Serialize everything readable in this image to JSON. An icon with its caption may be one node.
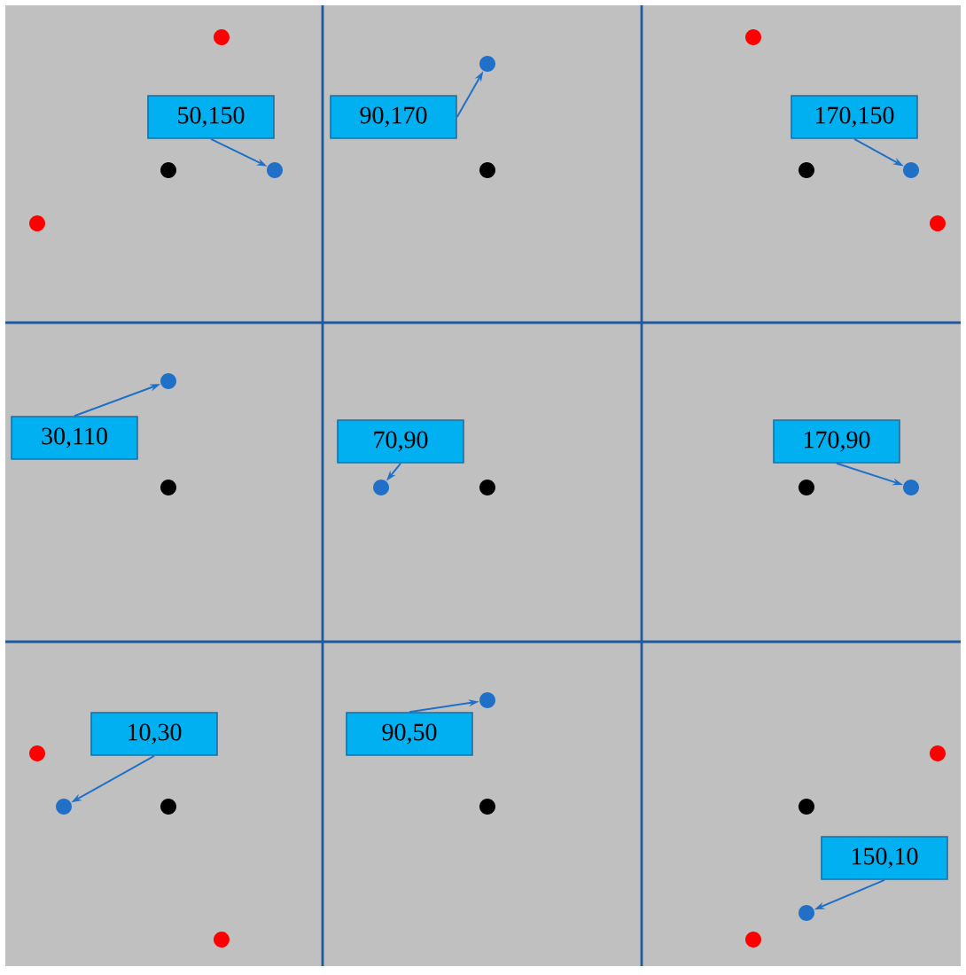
{
  "diagram": {
    "nodes": [
      {
        "text": [
          "50,150"
        ]
      },
      {
        "text": [
          "90,170"
        ]
      },
      {
        "text": [
          "170,150"
        ]
      },
      {
        "text": [
          "30,110"
        ]
      },
      {
        "text": [
          "70,90"
        ]
      },
      {
        "text": [
          "170,90"
        ]
      },
      {
        "text": [
          "10,30"
        ]
      },
      {
        "text": [
          "90,50"
        ]
      },
      {
        "text": [
          "150,10"
        ]
      },
      {
        "text": [],
        "shape": "circle"
      },
      {
        "text": [],
        "shape": "circle"
      },
      {
        "text": [],
        "shape": "circle"
      },
      {
        "text": [],
        "shape": "circle"
      },
      {
        "text": [],
        "shape": "circle"
      },
      {
        "text": [],
        "shape": "circle"
      },
      {
        "text": [],
        "shape": "circle"
      },
      {
        "text": [],
        "shape": "circle"
      },
      {
        "text": [],
        "shape": "circle"
      }
    ],
    "edges": [
      {
        "from": 0,
        "to": 9,
        "arrow": "to"
      },
      {
        "from": 1,
        "to": 10,
        "arrow": "to"
      },
      {
        "from": 2,
        "to": 11,
        "arrow": "to"
      },
      {
        "from": 3,
        "to": 12,
        "arrow": "to"
      },
      {
        "from": 4,
        "to": 13,
        "arrow": "to"
      },
      {
        "from": 5,
        "to": 14,
        "arrow": "to"
      },
      {
        "from": 6,
        "to": 15,
        "arrow": "to"
      },
      {
        "from": 7,
        "to": 16,
        "arrow": "to"
      },
      {
        "from": 8,
        "to": 17,
        "arrow": "to"
      }
    ]
  }
}
